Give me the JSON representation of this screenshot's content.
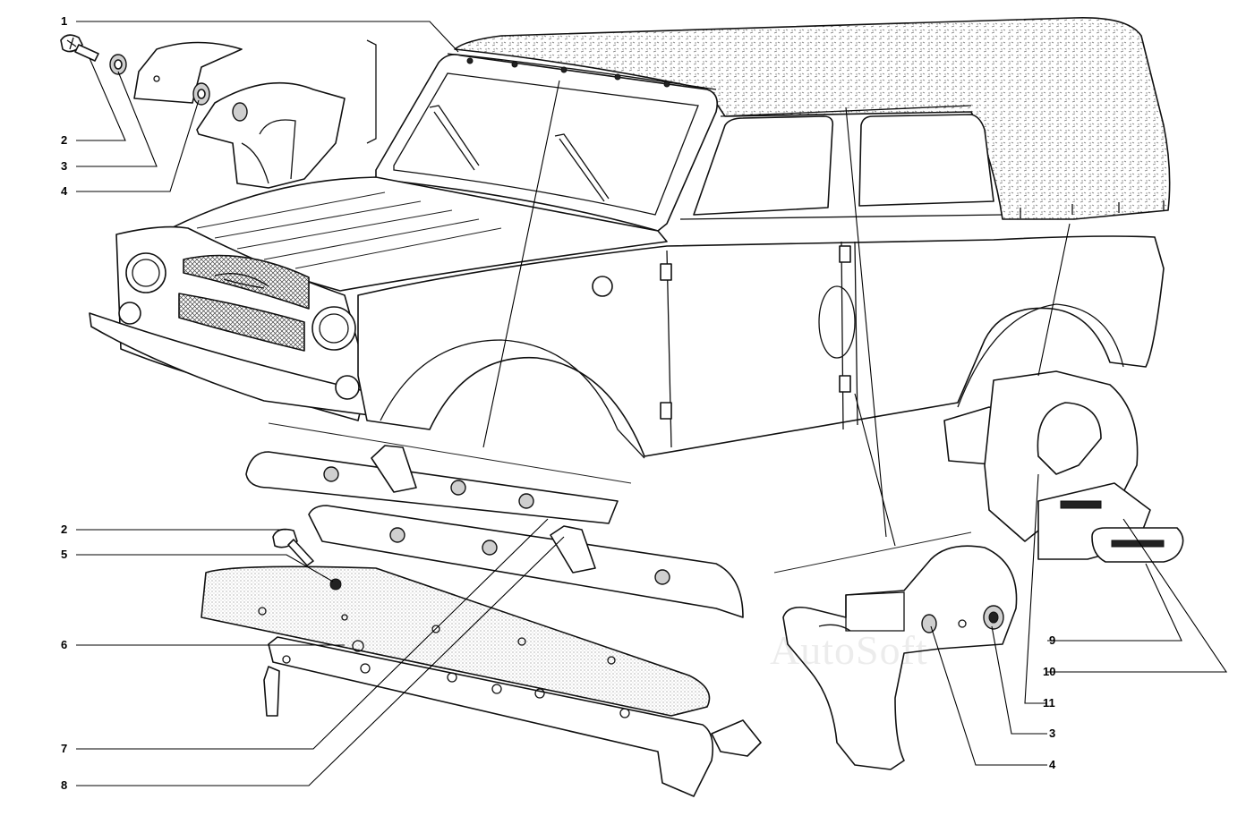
{
  "watermark": "AutoSoft",
  "callouts": {
    "c1": "1",
    "c2a": "2",
    "c3a": "3",
    "c4a": "4",
    "c2b": "2",
    "c5": "5",
    "c6": "6",
    "c7": "7",
    "c8": "8",
    "c9": "9",
    "c10": "10",
    "c11": "11",
    "c3b": "3",
    "c4b": "4"
  }
}
